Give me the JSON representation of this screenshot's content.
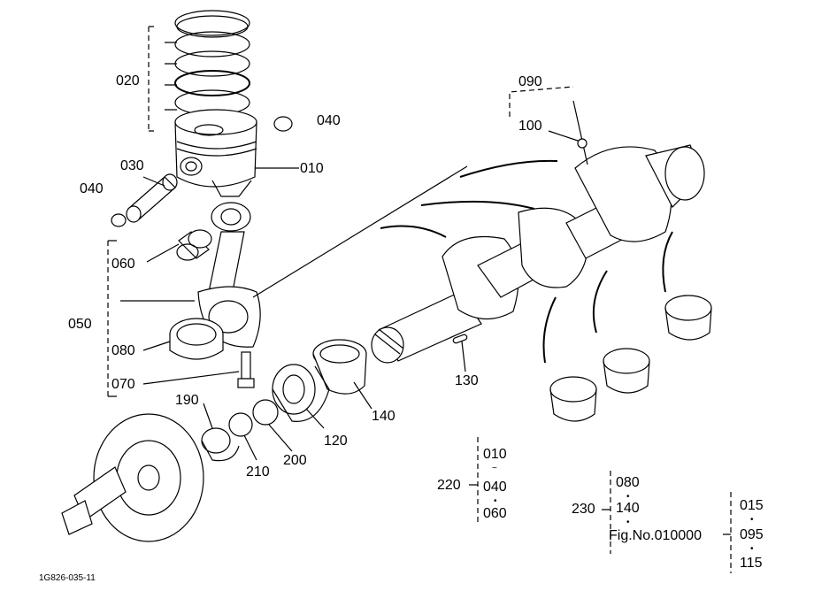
{
  "callouts": {
    "c020": "020",
    "c040a": "040",
    "c030": "030",
    "c010": "010",
    "c040b": "040",
    "c060": "060",
    "c050": "050",
    "c080": "080",
    "c070": "070",
    "c190": "190",
    "c210": "210",
    "c200": "200",
    "c120": "120",
    "c140": "140",
    "c130": "130",
    "c090": "090",
    "c100": "100"
  },
  "groups": {
    "g220": {
      "label": "220",
      "items": [
        "010",
        "040",
        "060"
      ]
    },
    "g230": {
      "label": "230",
      "items": [
        "080",
        "140",
        "Fig.No.010000"
      ]
    },
    "g_fig": {
      "items": [
        "015",
        "095",
        "115"
      ]
    }
  },
  "footer": {
    "code": "1G826-035-11"
  }
}
